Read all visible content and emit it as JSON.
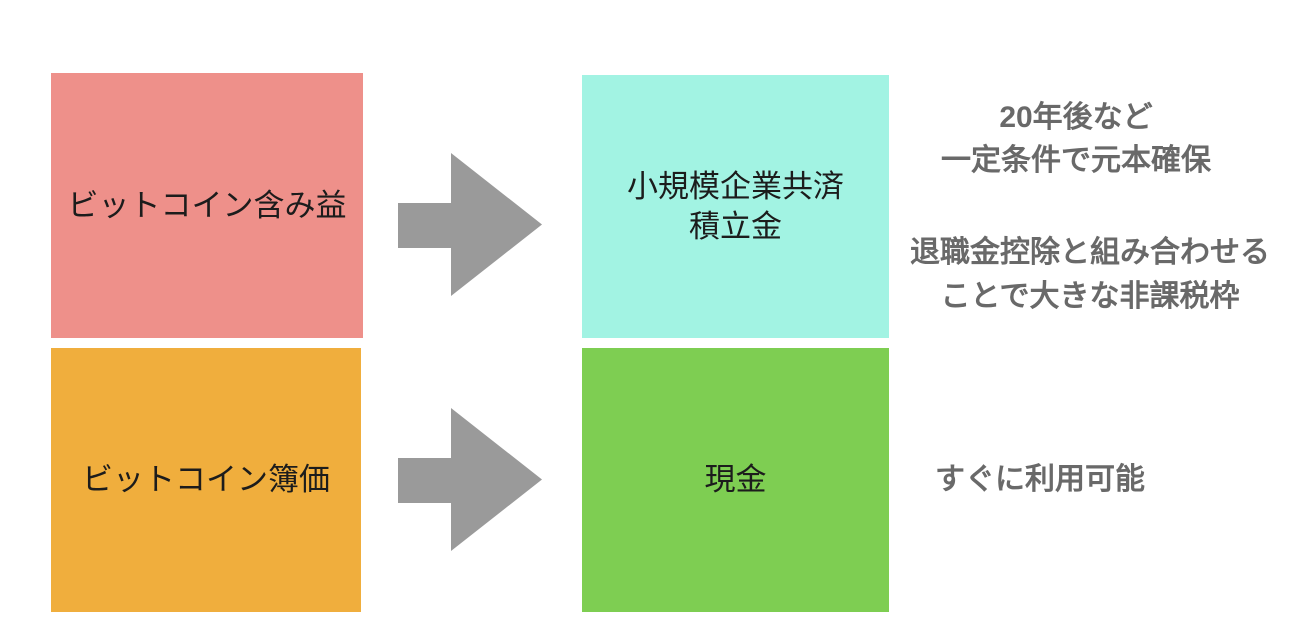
{
  "boxes": {
    "top_left": {
      "label": "ビットコイン含み益",
      "color": "#ee908a"
    },
    "top_right": {
      "line1": "小規模企業共済",
      "line2": "積立金",
      "color": "#a2f3e3"
    },
    "bottom_left": {
      "label": "ビットコイン簿価",
      "color": "#f0ae3d"
    },
    "bottom_right": {
      "label": "現金",
      "color": "#7ece52"
    }
  },
  "annotations": {
    "top_note": {
      "line1": "20年後など",
      "line2": "一定条件で元本確保"
    },
    "middle_note": {
      "line1": "退職金控除と組み合わせる",
      "line2": "ことで大きな非課税枠"
    },
    "bottom_note": {
      "line1": "すぐに利用可能"
    }
  },
  "colors": {
    "arrow": "#9a9a9a",
    "annotation_text": "#696969",
    "box_text": "#1c1c1c",
    "background": "#ffffff"
  }
}
